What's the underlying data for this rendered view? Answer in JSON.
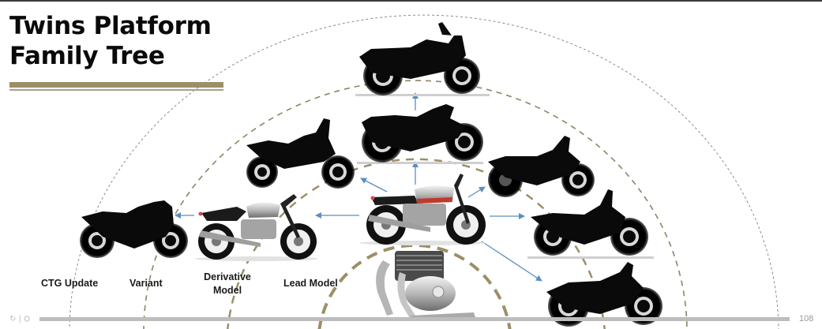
{
  "slide": {
    "title_line1": "Twins Platform",
    "title_line2": "Family Tree",
    "page_number": "108",
    "footer_logo": "↻ | ⛭"
  },
  "colors": {
    "title": "#0a0a0a",
    "accent_bar": "#9c8f68",
    "arc": "#9c8f68",
    "arrow": "#5b8fbf",
    "footer_bar": "#bdbdbd"
  },
  "tiers": [
    {
      "label": "CTG Update"
    },
    {
      "label": "Variant"
    },
    {
      "label": "Derivative Model"
    },
    {
      "label": "Lead Model"
    }
  ],
  "labels": {
    "ctg_update": "CTG Update",
    "variant": "Variant",
    "derivative_line1": "Derivative",
    "derivative_line2": "Model",
    "lead_model": "Lead Model"
  },
  "motorcycles": [
    {
      "name": "lead-model-interceptor",
      "style": "photo",
      "tier": "Lead Model"
    },
    {
      "name": "continental-gt",
      "style": "photo",
      "tier": "Derivative Model"
    },
    {
      "name": "cafe-racer-faired",
      "style": "silhouette",
      "tier": "CTG Update"
    },
    {
      "name": "adventure-scrambler",
      "style": "silhouette",
      "tier": "Variant"
    },
    {
      "name": "roadster-center",
      "style": "silhouette",
      "tier": "Derivative Model"
    },
    {
      "name": "roadster-top",
      "style": "silhouette",
      "tier": "Variant"
    },
    {
      "name": "cruiser-right",
      "style": "silhouette",
      "tier": "Derivative Model"
    },
    {
      "name": "classic-right",
      "style": "silhouette",
      "tier": "Variant"
    },
    {
      "name": "scrambler-bottom-right",
      "style": "silhouette",
      "tier": "Variant"
    }
  ],
  "engine": {
    "name": "parallel-twin-engine",
    "style": "photo"
  }
}
